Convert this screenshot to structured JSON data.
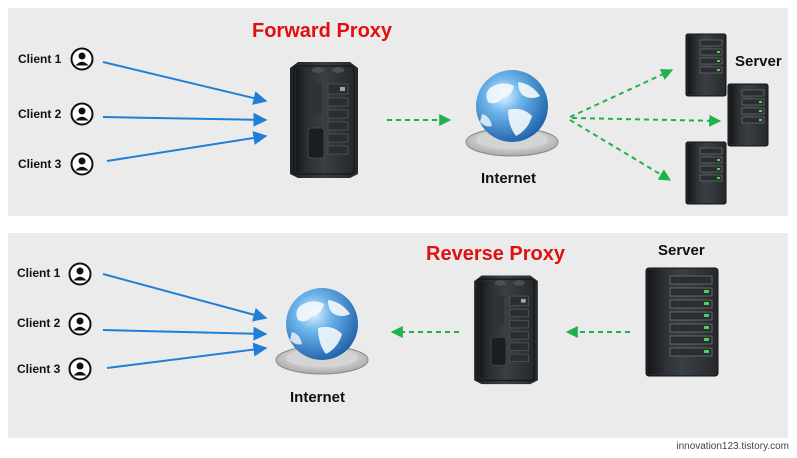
{
  "forward": {
    "title": "Forward Proxy",
    "clients": [
      "Client 1",
      "Client 2",
      "Client 3"
    ],
    "internet_label": "Internet",
    "server_label": "Server"
  },
  "reverse": {
    "title": "Reverse Proxy",
    "clients": [
      "Client 1",
      "Client 2",
      "Client 3"
    ],
    "internet_label": "Internet",
    "server_label": "Server"
  },
  "credit": "innovation123.tistory.com",
  "colors": {
    "title_red": "#e01010",
    "client_arrow": "#1f7fd6",
    "proxy_arrow": "#1fb24a",
    "panel_bg": "#ebebeb"
  },
  "icons": {
    "client": "user-circle-icon",
    "proxy": "server-tower-icon",
    "internet": "globe-icon",
    "server": "server-rack-icon"
  }
}
